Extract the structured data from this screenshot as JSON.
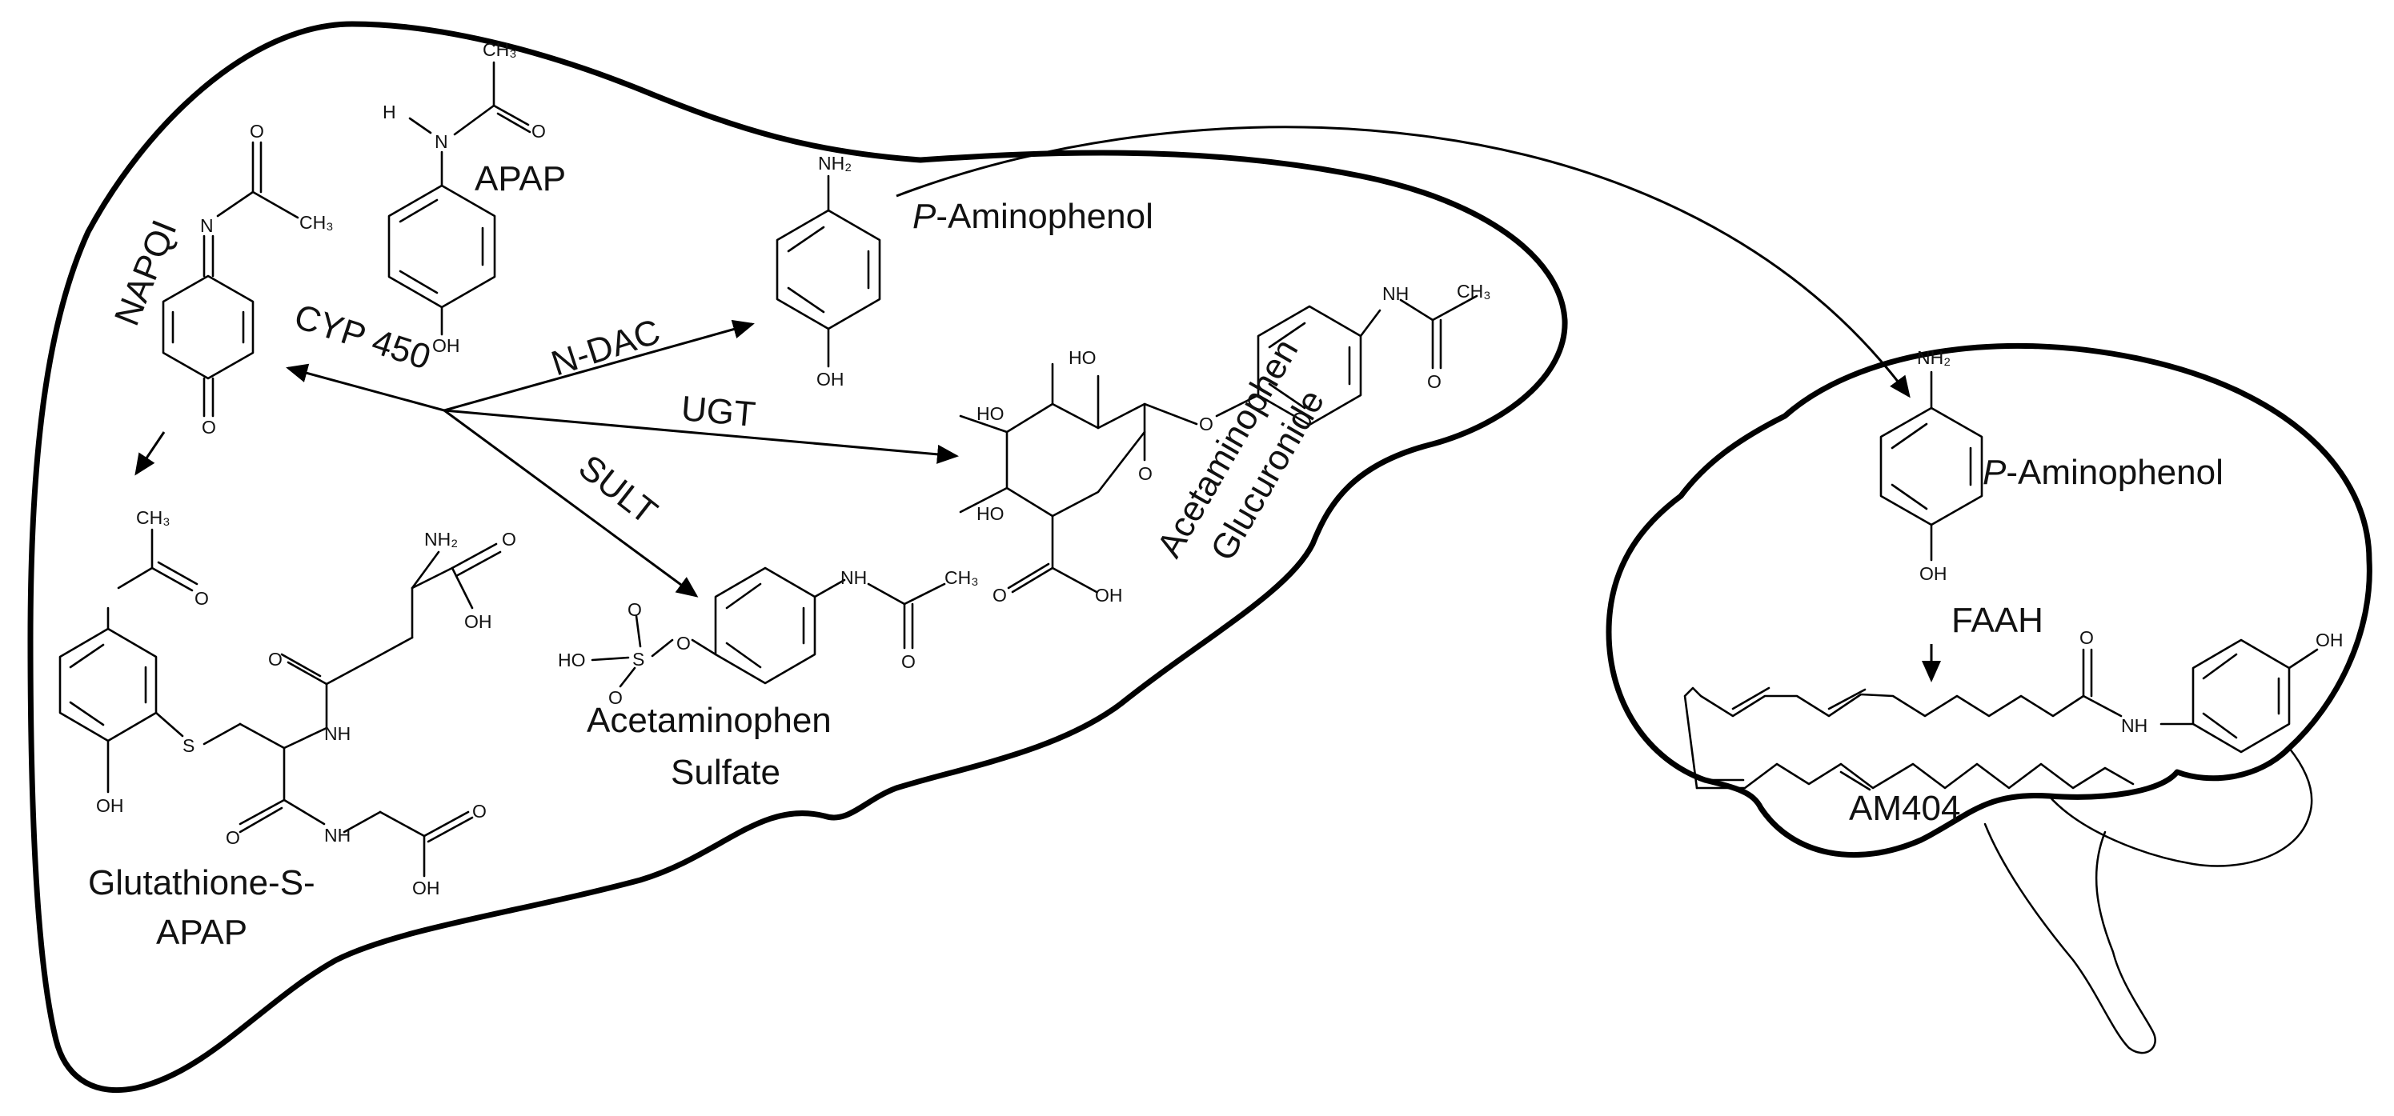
{
  "labels": {
    "apap": "APAP",
    "napqi": "NAPQI",
    "cyp450": "CYP 450",
    "ndac": "N-DAC",
    "ugt": "UGT",
    "sult": "SULT",
    "aminophenol_italic": "P",
    "aminophenol_rest": "-Aminophenol",
    "gluc_line1": "Acetaminophen",
    "gluc_line2": "Glucuronide",
    "sulfate_line1": "Acetaminophen",
    "sulfate_line2": "Sulfate",
    "glut_line1": "Glutathione-S-",
    "glut_line2": "APAP",
    "faah": "FAAH",
    "am404": "AM404"
  },
  "atoms": {
    "H": "H",
    "N": "N",
    "NH": "NH",
    "NH2": "NH₂",
    "O": "O",
    "OH": "OH",
    "HO": "HO",
    "S": "S",
    "CH3": "CH₃"
  },
  "colors": {
    "stroke": "#000000",
    "background": "#ffffff",
    "text": "#111111"
  }
}
